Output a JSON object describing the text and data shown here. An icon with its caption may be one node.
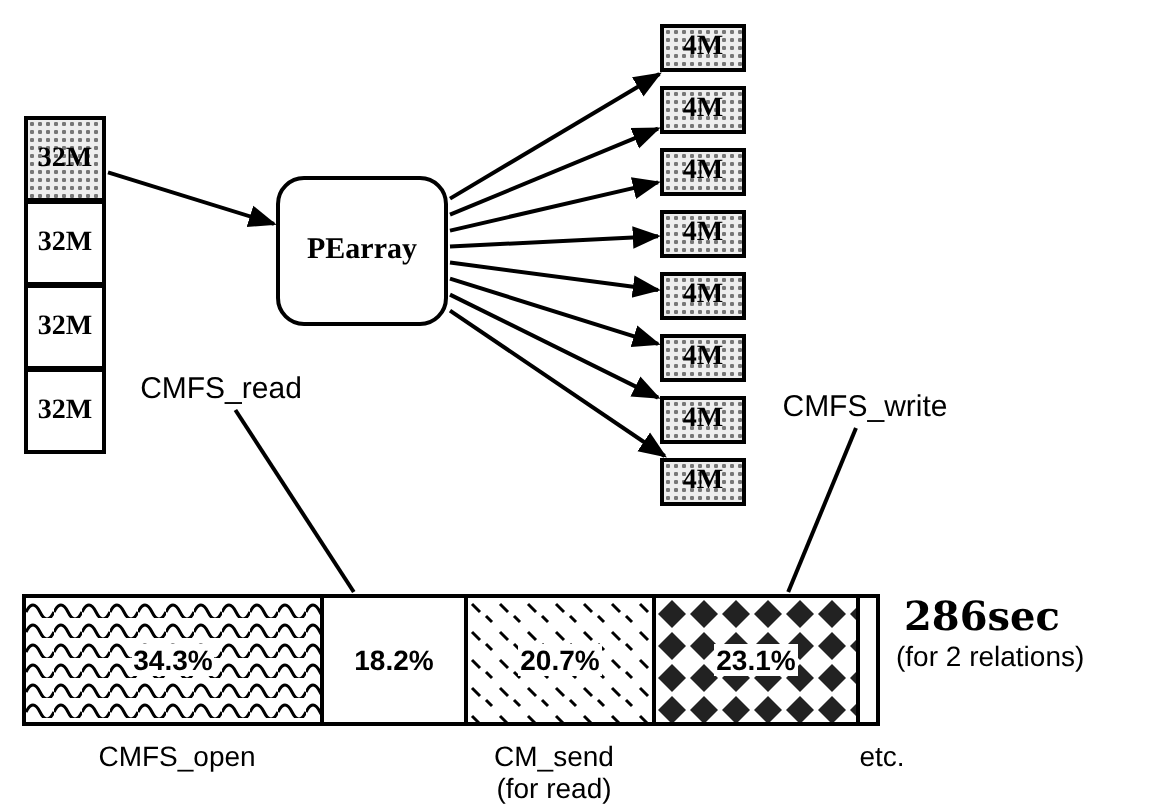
{
  "diagram": {
    "nodes": [
      {
        "text": [
          "32M"
        ]
      },
      {
        "text": [
          "32M"
        ]
      },
      {
        "text": [
          "32M"
        ]
      },
      {
        "text": [
          "32M"
        ]
      },
      {
        "text": [
          "PEarray"
        ]
      },
      {
        "text": [
          "4M"
        ]
      },
      {
        "text": [
          "4M"
        ]
      },
      {
        "text": [
          "4M"
        ]
      },
      {
        "text": [
          "4M"
        ]
      },
      {
        "text": [
          "4M"
        ]
      },
      {
        "text": [
          "4M"
        ]
      },
      {
        "text": [
          "4M"
        ]
      },
      {
        "text": [
          "4M"
        ]
      },
      {
        "text": [
          "CMFS_read"
        ]
      },
      {
        "text": [
          "CMFS_write"
        ]
      },
      {
        "text": [
          "34.3%"
        ],
        "beside": [
          "CMFS_open"
        ]
      },
      {
        "text": [
          "18.2%"
        ]
      },
      {
        "text": [
          "20.7%"
        ],
        "beside": [
          "CM_send (for read)"
        ]
      },
      {
        "text": [
          "23.1%"
        ]
      },
      {
        "text": [],
        "shape": "box",
        "beside": [
          "etc."
        ]
      }
    ],
    "edges": [
      {
        "from": 0,
        "to": 4,
        "arrow": "to"
      },
      {
        "from": 4,
        "to": 5,
        "arrow": "to"
      },
      {
        "from": 4,
        "to": 6,
        "arrow": "to"
      },
      {
        "from": 4,
        "to": 7,
        "arrow": "to"
      },
      {
        "from": 4,
        "to": 8,
        "arrow": "to"
      },
      {
        "from": 4,
        "to": 9,
        "arrow": "to"
      },
      {
        "from": 4,
        "to": 10,
        "arrow": "to"
      },
      {
        "from": 4,
        "to": 11,
        "arrow": "to"
      },
      {
        "from": 4,
        "to": 12,
        "arrow": "to"
      },
      {
        "from": 13,
        "to": 16,
        "arrow": "none"
      },
      {
        "from": 14,
        "to": 18,
        "arrow": "none"
      }
    ],
    "labels": [
      "286sec",
      "(for 2 relations)"
    ]
  }
}
